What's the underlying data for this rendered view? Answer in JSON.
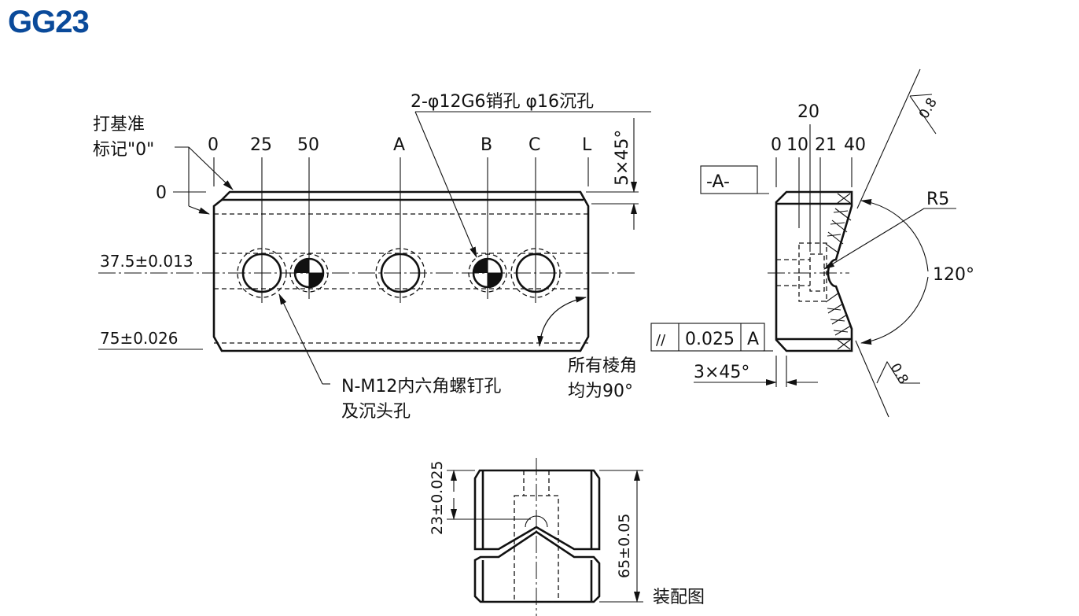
{
  "title": "GG23",
  "main_view": {
    "datum_note_line1": "打基准",
    "datum_note_line2": "标记\"0\"",
    "x_dims": [
      "0",
      "25",
      "50",
      "A",
      "B",
      "C",
      "L"
    ],
    "y_zero": "0",
    "y_dim_center": "37.5±0.013",
    "y_dim_height": "75±0.026",
    "pin_hole_note": "2-φ12G6销孔 φ16沉孔",
    "chamfer_top": "5×45°",
    "screw_note_line1": "N-M12内六角螺钉孔",
    "screw_note_line2": "及沉头孔",
    "corner_note_line1": "所有棱角",
    "corner_note_line2": "均为90°"
  },
  "side_view": {
    "datum": "-A-",
    "x_dims": [
      "0",
      "10",
      "21",
      "40"
    ],
    "dim_20": "20",
    "radius": "R5",
    "angle": "120°",
    "tolerance_symbol": "//",
    "tolerance_value": "0.025",
    "tolerance_datum": "A",
    "chamfer": "3×45°",
    "roughness_top": "0.8",
    "roughness_bottom": "0.8"
  },
  "assembly_view": {
    "dim_23": "23±0.025",
    "dim_65": "65±0.05",
    "label": "装配图"
  }
}
